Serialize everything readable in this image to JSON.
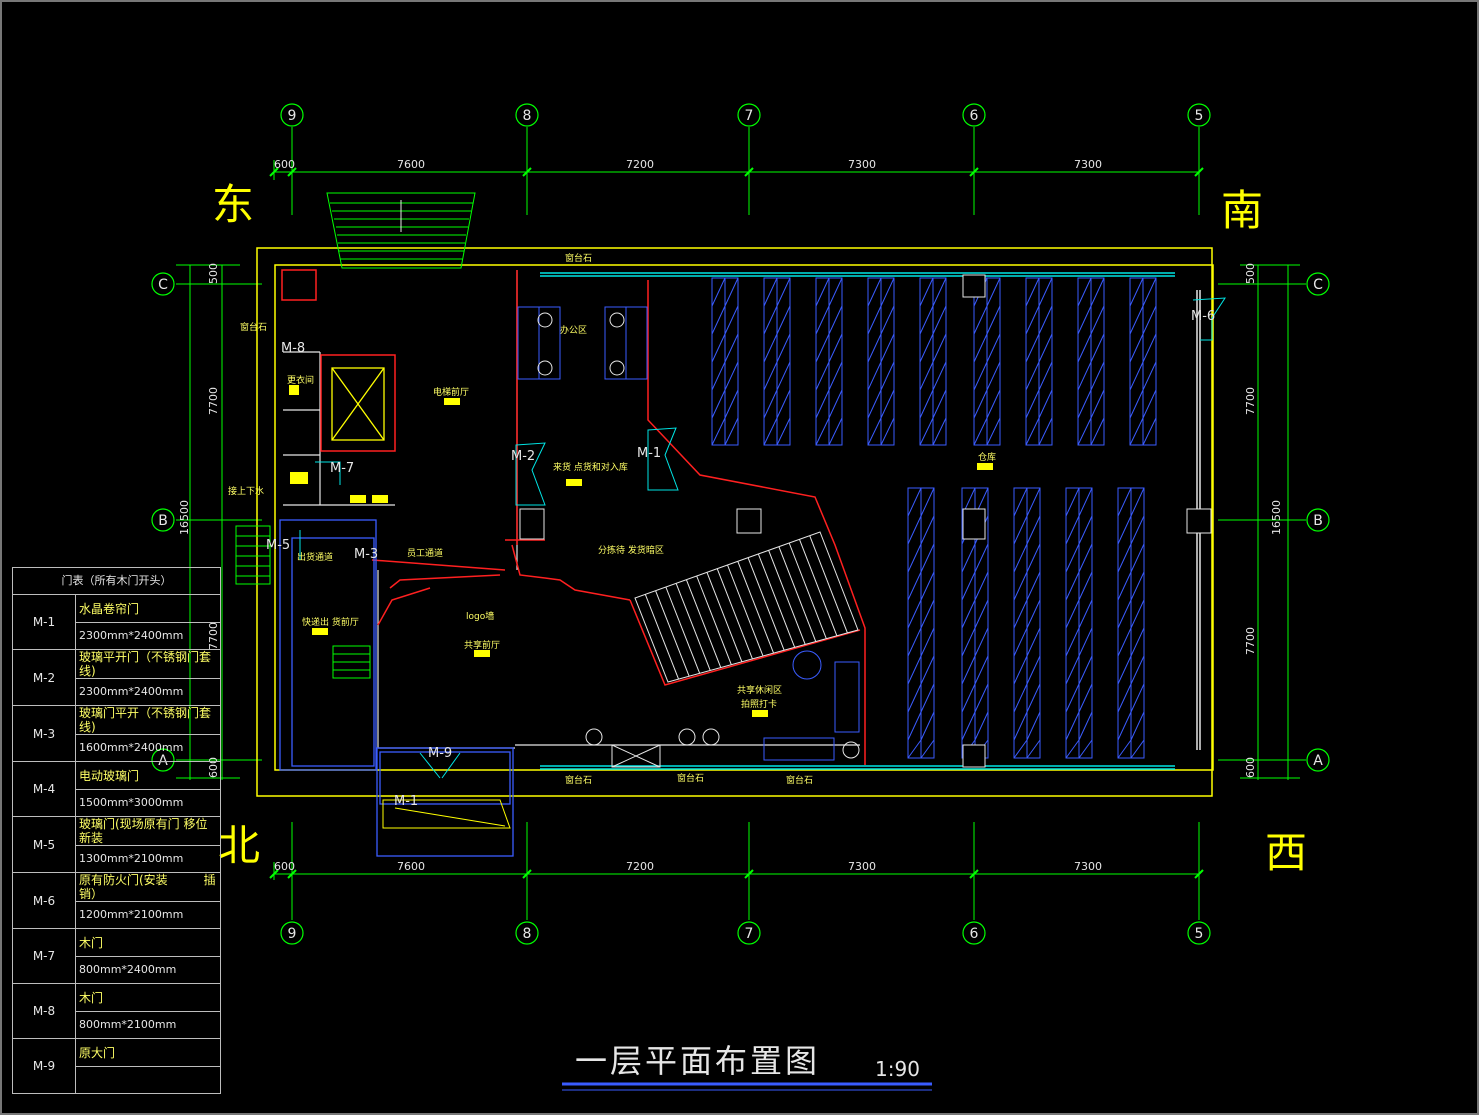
{
  "drawing": {
    "title": "一层平面布置图",
    "scale": "1:90",
    "directions": {
      "east": "东",
      "south": "南",
      "north": "北",
      "west": "西"
    },
    "column_axes": [
      "9",
      "8",
      "7",
      "6",
      "5"
    ],
    "row_axes": [
      "C",
      "B",
      "A"
    ],
    "top_dims": [
      "600",
      "7600",
      "7200",
      "7300",
      "7300"
    ],
    "bottom_dims": [
      "600",
      "7600",
      "7200",
      "7300",
      "7300"
    ],
    "side_dims": [
      "500",
      "7700",
      "7700",
      "600"
    ],
    "total_dim": "16500"
  },
  "rooms": {
    "sill_top": "窗台石",
    "sill_left": "窗台石",
    "sill_b1": "窗台石",
    "sill_b2": "窗台石",
    "sill_b3": "窗台石",
    "office": "办公区",
    "elevator_hall": "电梯前厅",
    "receiving": "来货 点货和对入库",
    "warehouse": "仓库",
    "sorting": "分拣待 发货暗区",
    "dressing": "更衣间",
    "drain": "接上下水",
    "ship_corridor": "出货通道",
    "staff_corridor": "员工通道",
    "express_hall": "快递出 货前厅",
    "logo_wall": "logo墙",
    "shared_hall": "共享前厅",
    "lounge": "共享休闲区",
    "photo_spot": "拍照打卡"
  },
  "door_tags": {
    "m1": "M-1",
    "m1b": "M-1",
    "m2": "M-2",
    "m3": "M-3",
    "m5": "M-5",
    "m6": "M-6",
    "m7": "M-7",
    "m8": "M-8",
    "m9": "M-9"
  },
  "door_schedule": {
    "title": "门表（所有木门开头）",
    "rows": [
      {
        "code": "M-1",
        "name": "水晶卷帘门",
        "size": "2300mm*2400mm"
      },
      {
        "code": "M-2",
        "name": "玻璃平开门（不锈钢门套线)",
        "size": "2300mm*2400mm"
      },
      {
        "code": "M-3",
        "name": "玻璃门平开（不锈钢门套线)",
        "size": "1600mm*2400mm"
      },
      {
        "code": "M-4",
        "name": "电动玻璃门",
        "size": "1500mm*3000mm"
      },
      {
        "code": "M-5",
        "name": "玻璃门(现场原有门 移位新装",
        "size": "1300mm*2100mm"
      },
      {
        "code": "M-6",
        "name": "原有防火门(安装　　　插销）",
        "size": "1200mm*2100mm"
      },
      {
        "code": "M-7",
        "name": "木门",
        "size": "800mm*2400mm"
      },
      {
        "code": "M-8",
        "name": "木门",
        "size": "800mm*2100mm"
      },
      {
        "code": "M-9",
        "name": "原大门",
        "size": ""
      }
    ]
  },
  "colors": {
    "background": "#000000",
    "dim_green": "#00ff00",
    "wall_yellow": "#ffff00",
    "partition_red": "#ff2020",
    "shelf_blue": "#3a5cff",
    "cyan": "#00e5e5",
    "white": "#e6e6e6"
  }
}
